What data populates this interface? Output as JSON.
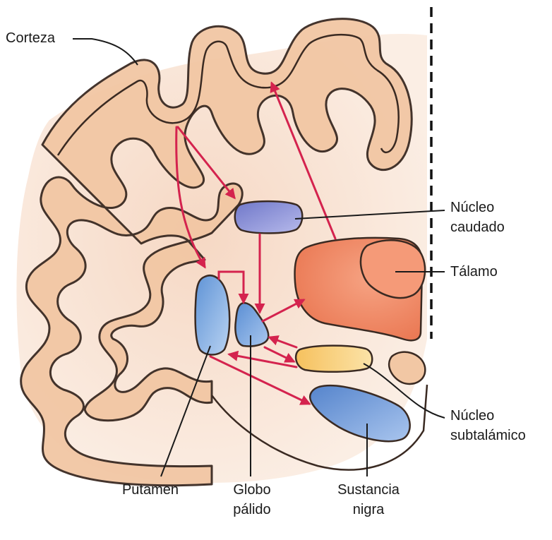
{
  "labels": {
    "cortex": "Corteza",
    "caudate_line1": "Núcleo",
    "caudate_line2": "caudado",
    "thalamus": "Tálamo",
    "subthalamic_line1": "Núcleo",
    "subthalamic_line2": "subtalámico",
    "putamen": "Putamen",
    "globus_line1": "Globo",
    "globus_line2": "pálido",
    "substantia_line1": "Sustancia",
    "substantia_line2": "nigra"
  },
  "colors": {
    "cortex_fill": "#f2c7a4",
    "cortex_stroke": "#3a2a22",
    "white_matter": "#fbebe0",
    "pathway_arrow": "#d4234e",
    "caudate": "#8d93d6",
    "thalamus": "#ef8a66",
    "putamen": "#7aa8e0",
    "globus_pallidus": "#6f9ed9",
    "subthalamic": "#f7cf7a",
    "substantia_nigra": "#6b95d4",
    "midline": "#111111"
  }
}
